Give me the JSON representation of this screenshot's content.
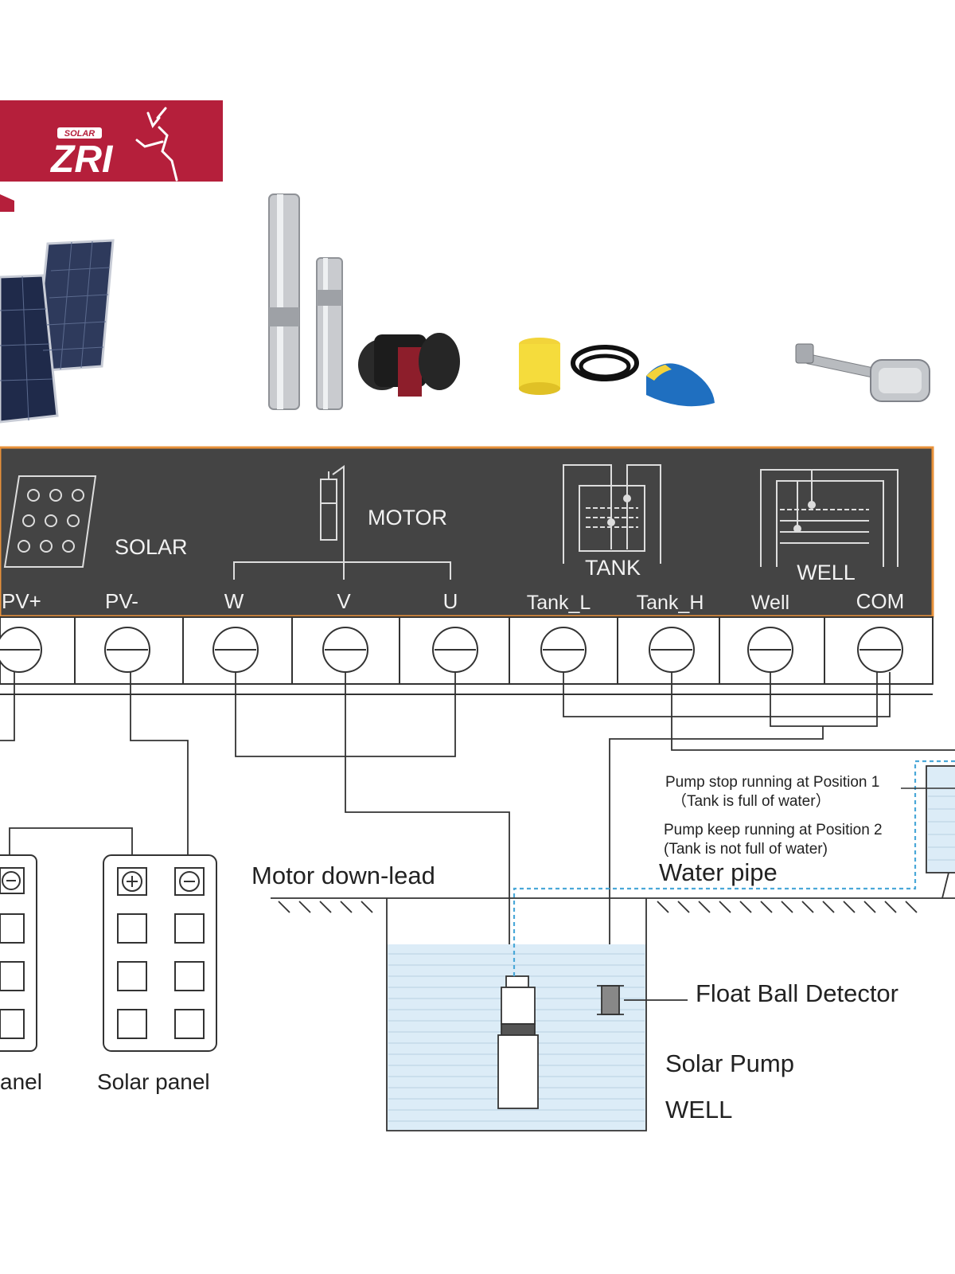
{
  "logo": {
    "small_text": "SOLAR",
    "brand": "ZRI",
    "bg_color": "#b51f3b"
  },
  "panel": {
    "bg_color": "#444444",
    "border_color": "#e8913a",
    "solar_label": "SOLAR",
    "motor_label": "MOTOR",
    "tank_label": "TANK",
    "well_label": "WELL"
  },
  "terminals": [
    {
      "label": "PV+"
    },
    {
      "label": "PV-"
    },
    {
      "label": "W"
    },
    {
      "label": "V"
    },
    {
      "label": "U"
    },
    {
      "label": "Tank_L"
    },
    {
      "label": "Tank_H"
    },
    {
      "label": "Well"
    },
    {
      "label": "COM"
    }
  ],
  "notes": {
    "stop_line1": "Pump stop running at  Position 1",
    "stop_line2": "（Tank is full of water）",
    "keep_line1": "Pump keep running at  Position 2",
    "keep_line2": "(Tank is not full of water)"
  },
  "labels": {
    "water_pipe": "Water pipe",
    "motor_down_lead": "Motor down-lead",
    "float_ball_detector": "Float Ball Detector",
    "solar_pump": "Solar Pump",
    "well": "WELL",
    "solar_panel_left": "anel",
    "solar_panel_right": "Solar panel"
  },
  "colors": {
    "wire": "#333333",
    "pipe": "#4aa8d8",
    "water": "#dcecf7"
  }
}
